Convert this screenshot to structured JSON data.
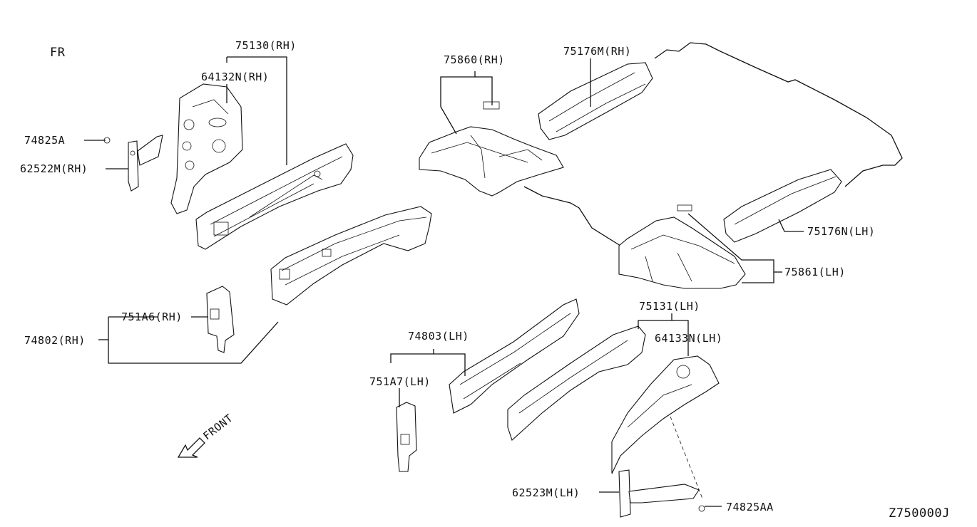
{
  "header": {
    "region_label": "FR"
  },
  "footer": {
    "diagram_code": "Z750000J"
  },
  "front_indicator": {
    "label": "FRONT"
  },
  "parts": [
    {
      "id": "p75130",
      "label": "75130(RH)"
    },
    {
      "id": "p64132",
      "label": "64132N(RH)"
    },
    {
      "id": "p74825a",
      "label": "74825A"
    },
    {
      "id": "p62522",
      "label": "62522M(RH)"
    },
    {
      "id": "p75860",
      "label": "75860(RH)"
    },
    {
      "id": "p75176m",
      "label": "75176M(RH)"
    },
    {
      "id": "p75176n",
      "label": "75176N(LH)"
    },
    {
      "id": "p75861",
      "label": "75861(LH)"
    },
    {
      "id": "p751a6",
      "label": "751A6(RH)"
    },
    {
      "id": "p74802",
      "label": "74802(RH)"
    },
    {
      "id": "p75131",
      "label": "75131(LH)"
    },
    {
      "id": "p64133",
      "label": "64133N(LH)"
    },
    {
      "id": "p74803",
      "label": "74803(LH)"
    },
    {
      "id": "p751a7",
      "label": "751A7(LH)"
    },
    {
      "id": "p62523",
      "label": "62523M(LH)"
    },
    {
      "id": "p74825aa",
      "label": "74825AA"
    }
  ]
}
